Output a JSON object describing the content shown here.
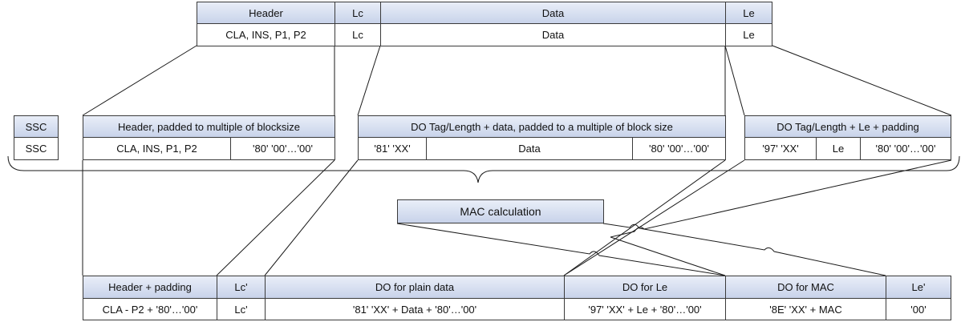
{
  "top": {
    "headers": [
      "Header",
      "Lc",
      "Data",
      "Le"
    ],
    "values": [
      "CLA, INS, P1, P2",
      "Lc",
      "Data",
      "Le"
    ]
  },
  "ssc": {
    "header": "SSC",
    "value": "SSC"
  },
  "padded_header": {
    "header": "Header, padded to multiple of blocksize",
    "values": [
      "CLA, INS, P1, P2",
      "'80' '00'…'00'"
    ]
  },
  "do_data": {
    "header": "DO Tag/Length + data, padded to a multiple of block size",
    "values": [
      "'81' 'XX'",
      "Data",
      "'80' '00'…'00'"
    ]
  },
  "do_le": {
    "header": "DO Tag/Length + Le + padding",
    "values": [
      "'97' 'XX'",
      "Le",
      "'80' '00'…'00'"
    ]
  },
  "mac_calculation": "MAC calculation",
  "bottom": {
    "headers": [
      "Header + padding",
      "Lc'",
      "DO for plain data",
      "DO for Le",
      "DO for MAC",
      "Le'"
    ],
    "values": [
      "CLA - P2 + '80'…'00'",
      "Lc'",
      "'81' 'XX' + Data + '80'…'00'",
      "'97' 'XX' + Le + '80'…'00'",
      "'8E' 'XX' + MAC",
      "'00'"
    ]
  }
}
